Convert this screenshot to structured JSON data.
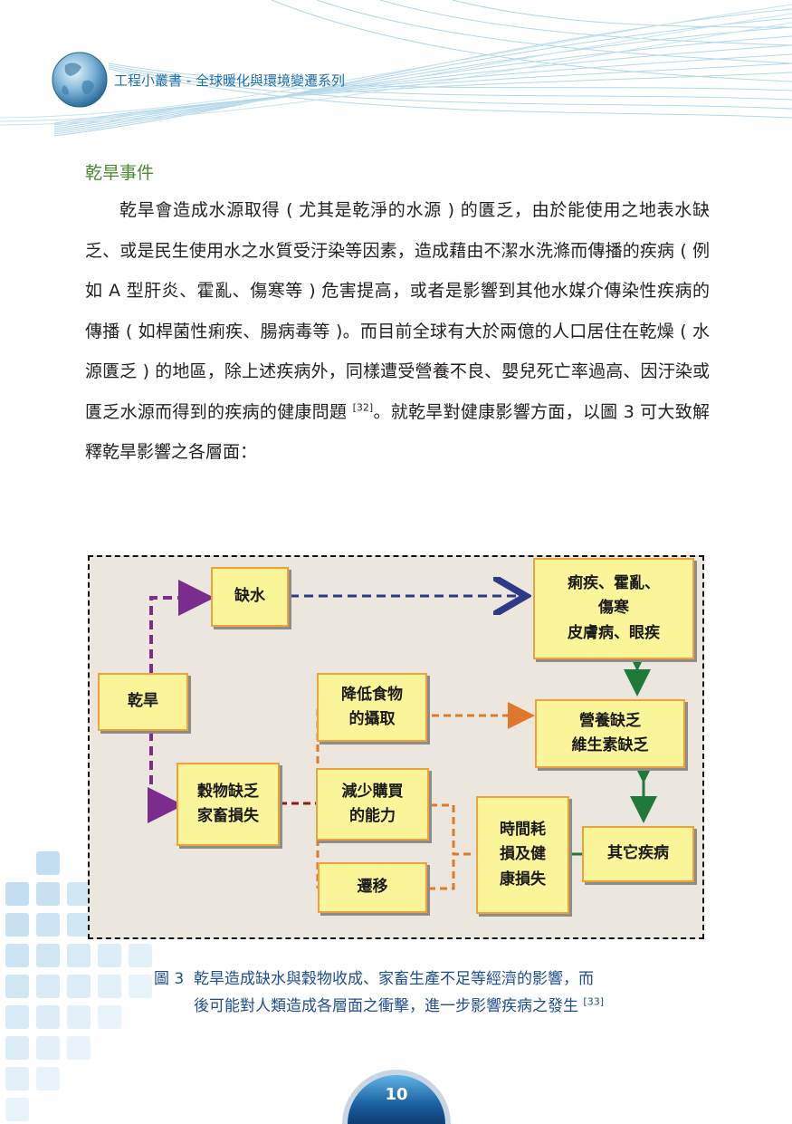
{
  "header": {
    "series_title": "工程小叢書 - 全球暖化與環境變遷系列"
  },
  "section": {
    "heading": "乾旱事件",
    "paragraph_main": "乾旱會造成水源取得 ( 尤其是乾淨的水源 ) 的匱乏，由於能使用之地表水缺乏、或是民生使用水之水質受汙染等因素，造成藉由不潔水洗滌而傳播的疾病 ( 例如 A 型肝炎、霍亂、傷寒等 ) 危害提高，或者是影響到其他水媒介傳染性疾病的傳播 ( 如桿菌性痢疾、腸病毒等 )。而目前全球有大於兩億的人口居住在乾燥 ( 水源匱乏 ) 的地區，除上述疾病外，同樣遭受營養不良、嬰兒死亡率過高、因汙染或匱乏水源而得到的疾病的健康問題",
    "citation_1": "[32]",
    "paragraph_tail": "。就乾旱對健康影響方面，以圖 3 可大致解釋乾旱影響之各層面："
  },
  "diagram": {
    "boxes": {
      "drought": "乾旱",
      "water_shortage": "缺水",
      "diseases": "痢疾、霍亂、\n傷寒\n皮膚病、眼疾",
      "reduced_food": "降低食物\n的攝取",
      "malnutrition": "營養缺乏\n維生素缺乏",
      "grain_shortage": "穀物缺乏\n家畜損失",
      "reduced_purchasing": "減少購買\n的能力",
      "migration": "遷移",
      "time_health_loss": "時間耗\n損及健\n康損失",
      "other_diseases": "其它疾病"
    },
    "colors": {
      "purple": "#7b2d8e",
      "navy": "#2e3a87",
      "orange": "#e0782a",
      "darkred": "#8b1a1a",
      "green": "#1f7a3a"
    }
  },
  "caption": {
    "figure_label": "圖 3",
    "line1": "乾旱造成缺水與穀物收成、家畜生產不足等經濟的影響，而",
    "line2": "後可能對人類造成各層面之衝擊，進一步影響疾病之發生",
    "citation": "[33]"
  },
  "footer": {
    "page_number": "10"
  }
}
